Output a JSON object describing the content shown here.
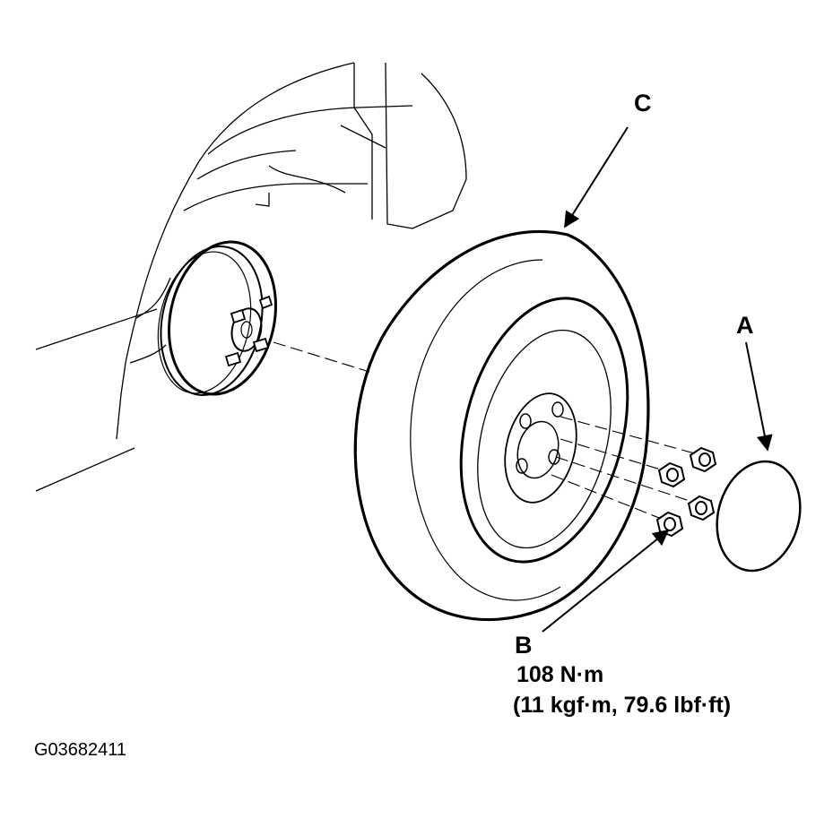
{
  "callouts": {
    "a": "A",
    "b": "B",
    "c": "C"
  },
  "torque": {
    "primary": "108 N·m",
    "secondary": "(11 kgf·m, 79.6 lbf·ft)"
  },
  "figure_id": "G03682411",
  "colors": {
    "line": "#000000",
    "background": "#ffffff"
  }
}
